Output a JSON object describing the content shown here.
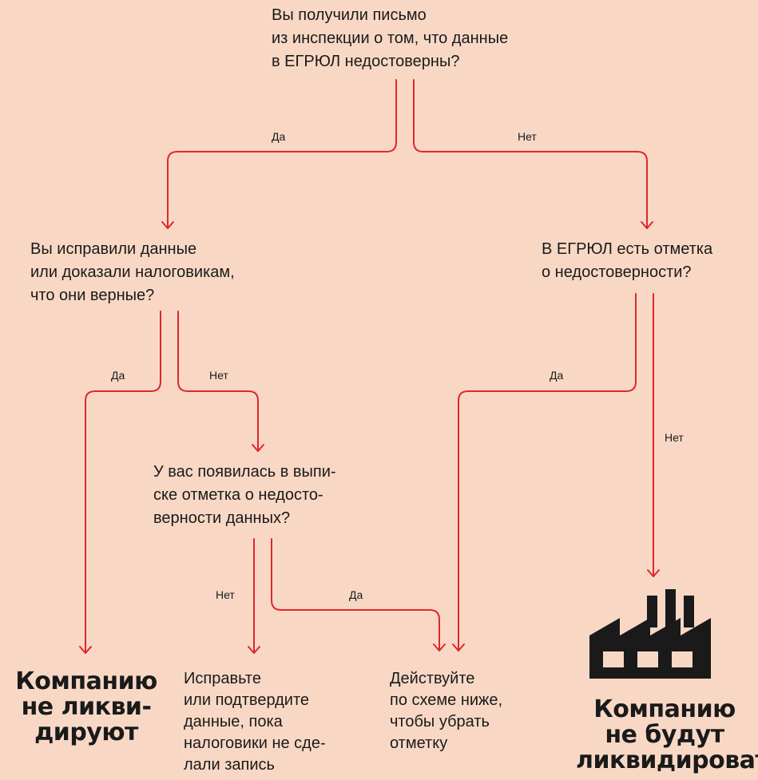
{
  "diagram": {
    "start_question": "Вы получили письмо\nиз инспекции о том, что данные\nв ЕГРЮЛ недостоверны?",
    "q_fixed": "Вы исправили данные\nили доказали налоговикам,\nчто они верные?",
    "q_mark_exists": "В ЕГРЮЛ есть отметка\nо недостоверности?",
    "q_mark_appeared": "У вас появилась в выпи-\nске отметка о недосто-\nверности данных?",
    "yes_label": "Да",
    "no_label": "Нет",
    "out_not_liquidated": "Компанию\nне ликви-\nдируют",
    "out_fix": "Исправьте\nили подтвердите\nданные, пока\nналоговики не сде-\nлали запись",
    "out_act": "Действуйте\nпо схеме ниже,\nчтобы убрать\nотметку",
    "out_will_not_liquidate": "Компанию\nне будут\nликвидировать",
    "colors": {
      "arrow": "#e0262b",
      "background": "#f8d8c5",
      "text": "#1a1a1a"
    },
    "icons": [
      "factory-icon"
    ]
  }
}
